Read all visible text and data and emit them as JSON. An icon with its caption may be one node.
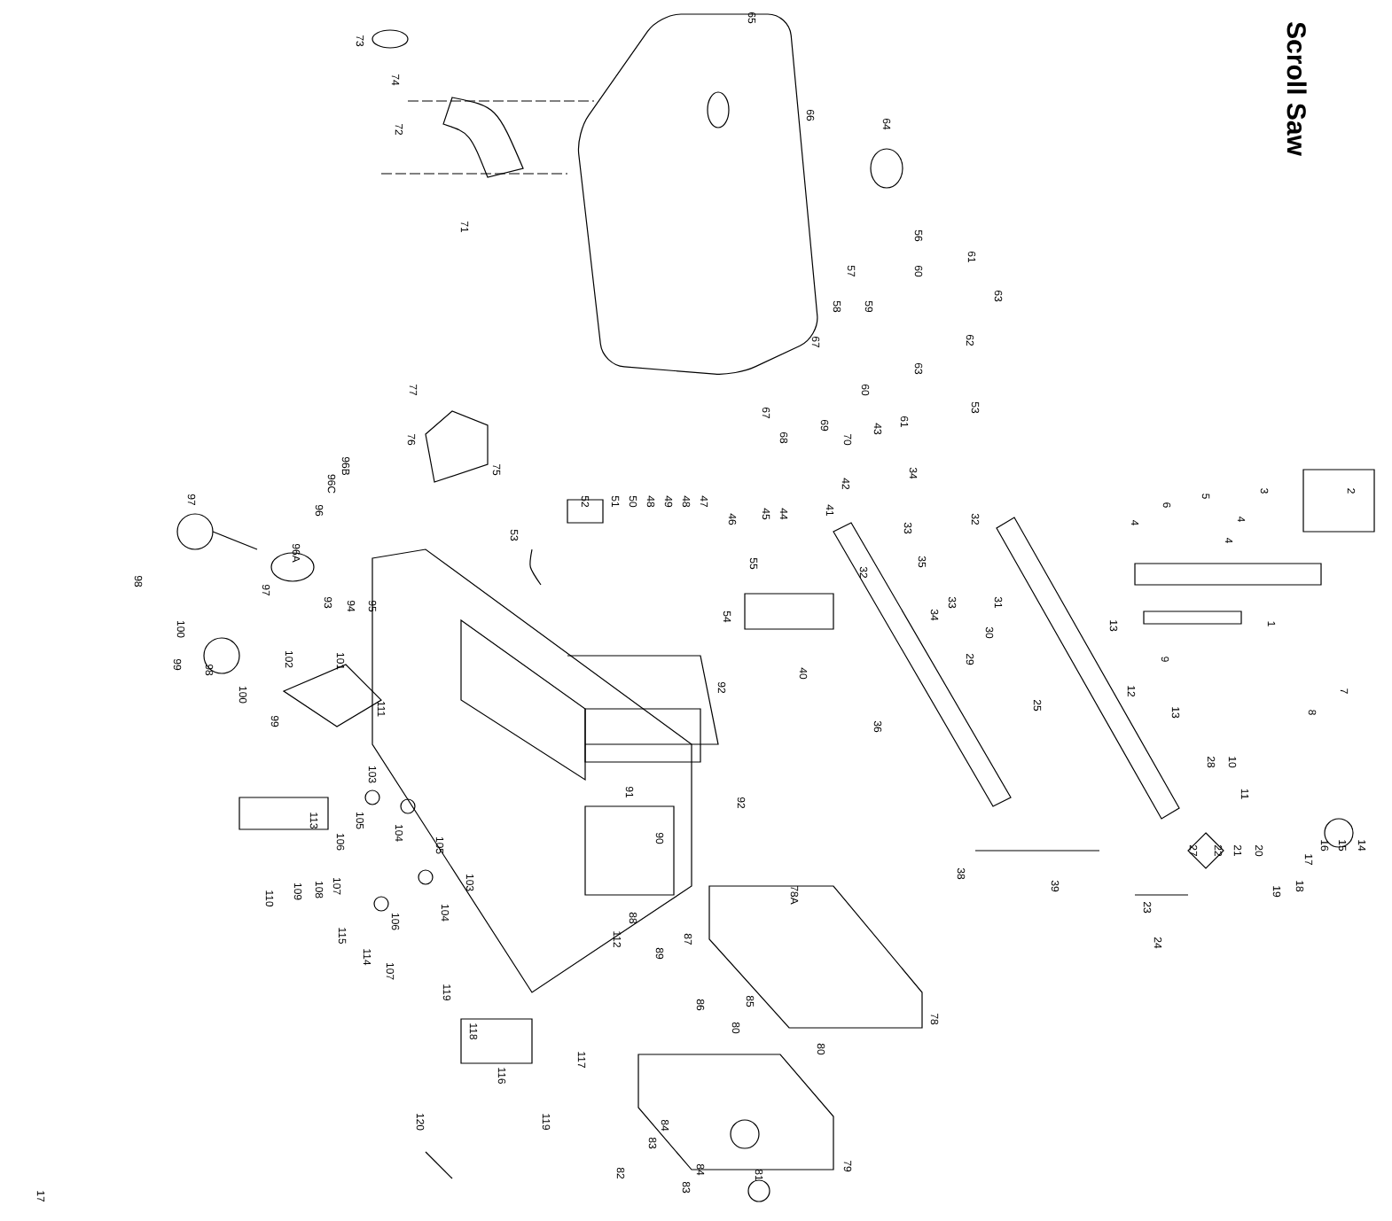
{
  "diagram": {
    "title": "Scroll Saw",
    "labels": [
      "73",
      "74",
      "72",
      "71",
      "77",
      "76",
      "75",
      "96B",
      "96C",
      "96",
      "97",
      "96A",
      "98",
      "97",
      "93",
      "94",
      "95",
      "53",
      "52",
      "51",
      "50",
      "48",
      "49",
      "48",
      "47",
      "65",
      "66",
      "64",
      "56",
      "57",
      "61",
      "60",
      "63",
      "58",
      "59",
      "62",
      "63",
      "67",
      "60",
      "61",
      "53",
      "67",
      "68",
      "69",
      "70",
      "43",
      "42",
      "34",
      "46",
      "45",
      "44",
      "41",
      "33",
      "32",
      "55",
      "32",
      "35",
      "33",
      "31",
      "3",
      "2",
      "4",
      "4",
      "4",
      "6",
      "5",
      "1",
      "54",
      "34",
      "30",
      "29",
      "40",
      "92",
      "92",
      "36",
      "25",
      "13",
      "9",
      "12",
      "13",
      "7",
      "8",
      "28",
      "10",
      "11",
      "27",
      "22",
      "21",
      "20",
      "16",
      "15",
      "14",
      "17",
      "18",
      "19",
      "38",
      "39",
      "23",
      "24",
      "78A",
      "85",
      "78",
      "80",
      "80",
      "79",
      "81",
      "100",
      "99",
      "98",
      "100",
      "99",
      "102",
      "101",
      "111",
      "103",
      "113",
      "105",
      "104",
      "106",
      "105",
      "107",
      "103",
      "110",
      "109",
      "108",
      "115",
      "106",
      "104",
      "114",
      "107",
      "91",
      "90",
      "112",
      "88",
      "89",
      "87",
      "86",
      "119",
      "118",
      "116",
      "117",
      "120",
      "119",
      "84",
      "83",
      "82",
      "84",
      "83",
      "17"
    ]
  }
}
